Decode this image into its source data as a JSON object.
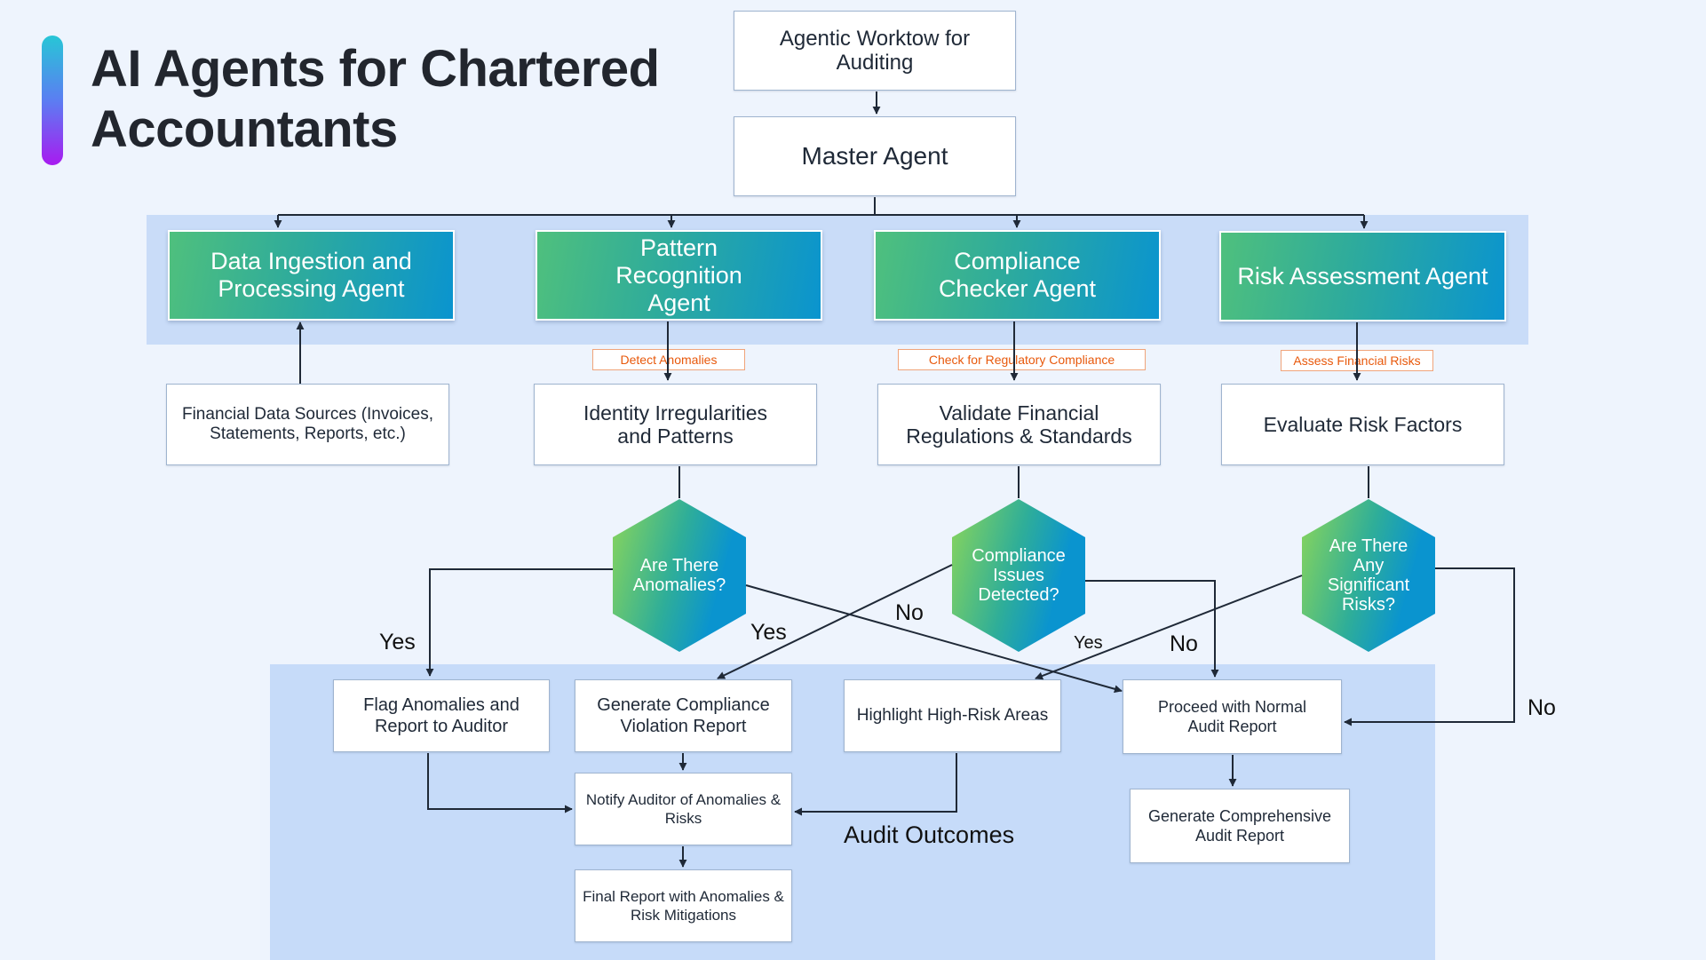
{
  "title": "AI Agents for Chartered Accountants",
  "colors": {
    "agent_gradient_start": "#4fc07d",
    "agent_gradient_end": "#0a94cf",
    "decision_gradient_start": "#8bd65a",
    "decision_gradient_end": "#0a94cf",
    "tag_text": "#e8590c",
    "title_accent_top": "#27c6d6",
    "title_accent_bottom": "#a81bf0",
    "panel": "#c9dcf8"
  },
  "workflow": {
    "label": "Agentic Worktow for Auditing"
  },
  "master": {
    "label": "Master Agent"
  },
  "agents": [
    {
      "label": "Data Ingestion and Processing Agent"
    },
    {
      "label": "Pattern Recognition Agent"
    },
    {
      "label": "Compliance Checker Agent"
    },
    {
      "label": "Risk Assessment Agent"
    }
  ],
  "tags": {
    "detect": "Detect Anomalies",
    "compliance": "Check for Regulatory Compliance",
    "risk": "Assess Financial Risks"
  },
  "steps": {
    "sources": "Financial Data Sources (Invoices, Statements, Reports, etc.)",
    "irregularities": "Identity Irregularities and Patterns",
    "validate": "Validate Financial Regulations & Standards",
    "evaluate": "Evaluate Risk Factors"
  },
  "decisions": {
    "anomalies": "Are There Anomalies?",
    "compliance": "Compliance Issues Detected?",
    "risks": "Are There Any Significant Risks?"
  },
  "branch_labels": {
    "yes": "Yes",
    "no": "No"
  },
  "outcomes": {
    "flag": "Flag Anomalies and Report to Auditor",
    "violation": "Generate Compliance Violation Report",
    "highlight": "Highlight High-Risk Areas",
    "proceed": "Proceed with Normal Audit Report",
    "notify": "Notify Auditor of Anomalies & Risks",
    "final": "Final Report with Anomalies & Risk Mitigations",
    "comprehensive": "Generate Comprehensive Audit Report"
  },
  "panel_label": "Audit Outcomes"
}
